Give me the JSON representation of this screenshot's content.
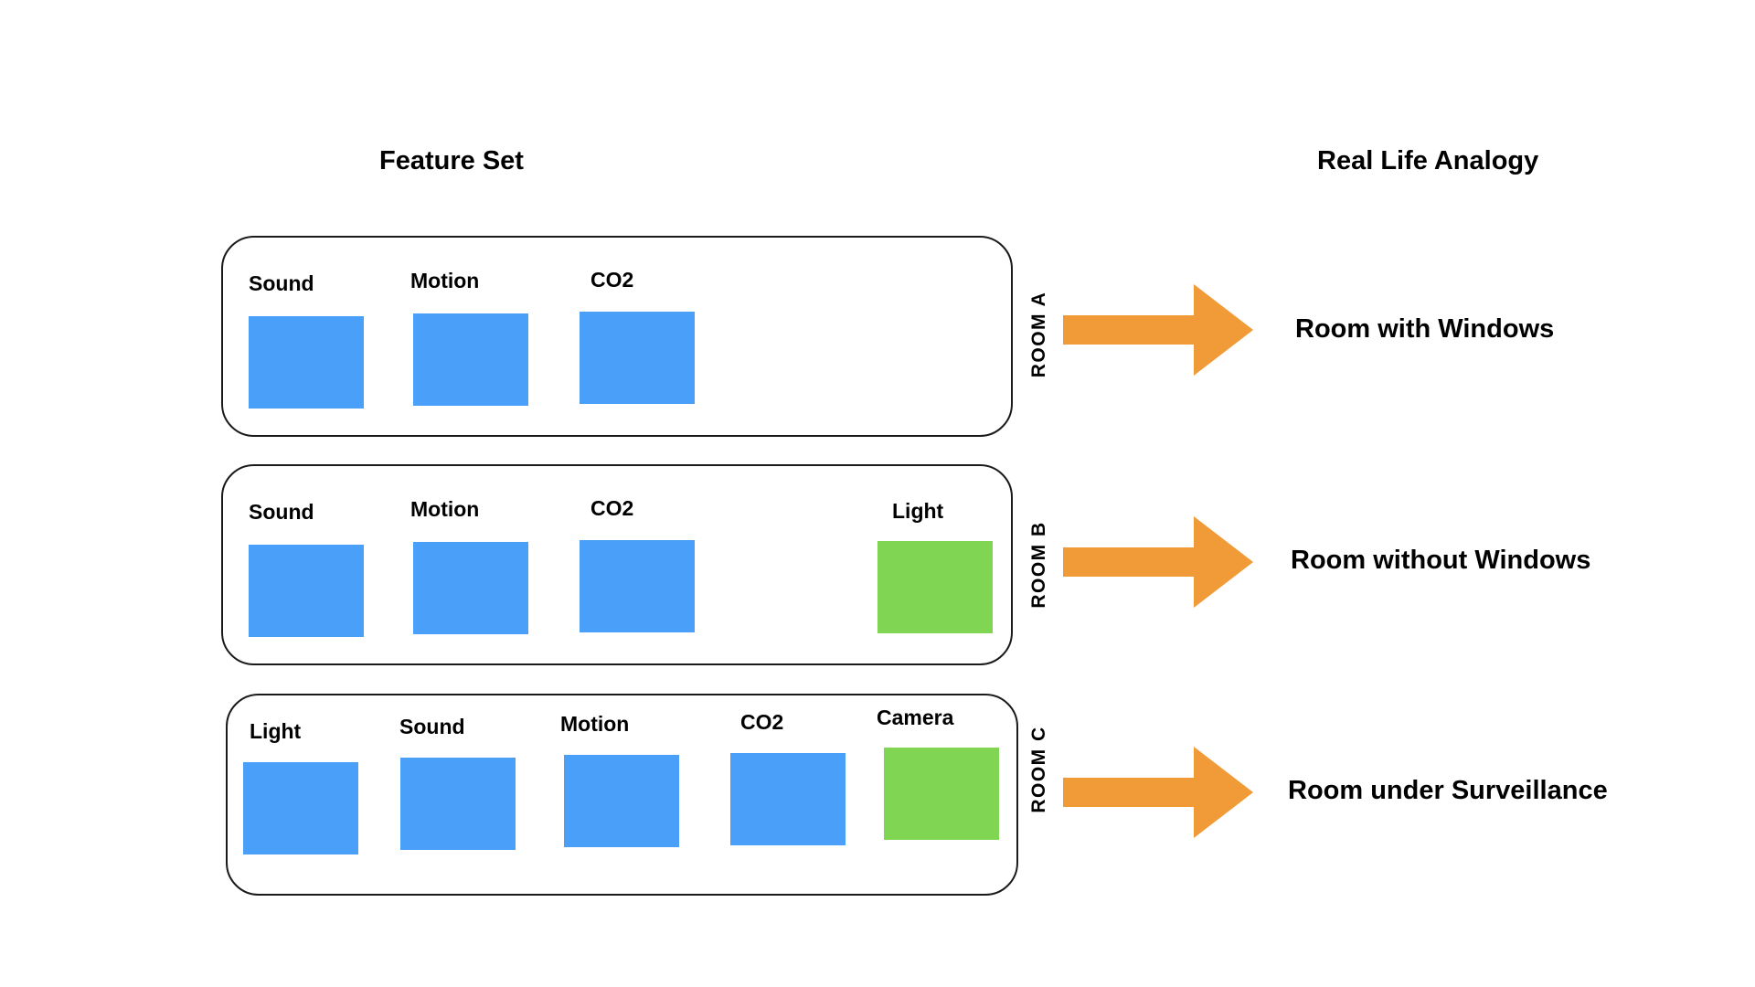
{
  "headings": {
    "feature_set": "Feature Set",
    "real_life_analogy": "Real Life Analogy"
  },
  "colors": {
    "feature_blue": "#4aa0f8",
    "feature_green": "#80d552",
    "arrow_orange": "#f09a38",
    "border": "#1a1a1a"
  },
  "rooms": [
    {
      "name": "ROOM A",
      "analogy": "Room with Windows",
      "features": [
        {
          "label": "Sound",
          "color": "blue"
        },
        {
          "label": "Motion",
          "color": "blue"
        },
        {
          "label": "CO2",
          "color": "blue"
        }
      ]
    },
    {
      "name": "ROOM B",
      "analogy": "Room without Windows",
      "features": [
        {
          "label": "Sound",
          "color": "blue"
        },
        {
          "label": "Motion",
          "color": "blue"
        },
        {
          "label": "CO2",
          "color": "blue"
        },
        {
          "label": "Light",
          "color": "green"
        }
      ]
    },
    {
      "name": "ROOM C",
      "analogy": "Room under Surveillance",
      "features": [
        {
          "label": "Light",
          "color": "blue"
        },
        {
          "label": "Sound",
          "color": "blue"
        },
        {
          "label": "Motion",
          "color": "blue"
        },
        {
          "label": "CO2",
          "color": "blue"
        },
        {
          "label": "Camera",
          "color": "green"
        }
      ]
    }
  ]
}
